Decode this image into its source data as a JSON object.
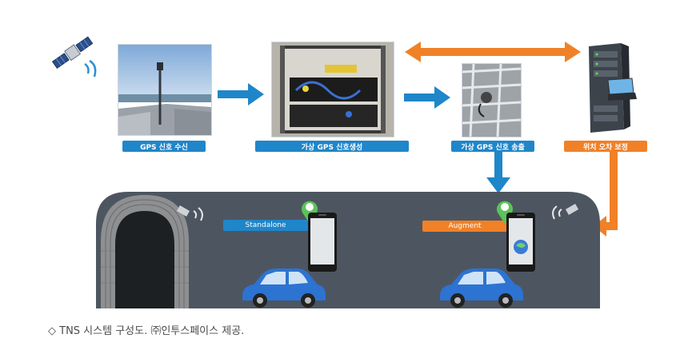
{
  "labels": {
    "gps_receive": "GPS 신호 수신",
    "virtual_gps_generate": "가상 GPS 신호생성",
    "virtual_gps_emit": "가상 GPS 신호 송출",
    "position_correction": "위치 오차 보정"
  },
  "scene": {
    "standalone_label": "Standalone",
    "augment_label": "Augment"
  },
  "caption": "◇ TNS 시스템 구성도. ㈜인투스페이스 제공.",
  "colors": {
    "blue": "#1f86c9",
    "orange": "#f08127",
    "road": "#4d5660",
    "marker": "#5cc25a",
    "car": "#2c73d2"
  },
  "icons": [
    "satellite-icon",
    "server-rack-icon",
    "smartphone-icon",
    "location-pin-icon",
    "car-icon",
    "tunnel-icon",
    "signal-emitter-icon"
  ]
}
